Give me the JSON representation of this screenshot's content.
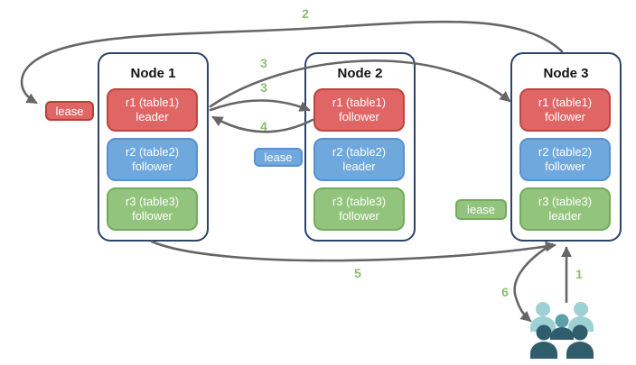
{
  "diagram": {
    "nodes": [
      {
        "title": "Node 1",
        "replicas": [
          {
            "name": "r1 (table1)",
            "role": "leader"
          },
          {
            "name": "r2 (table2)",
            "role": "follower"
          },
          {
            "name": "r3 (table3)",
            "role": "follower"
          }
        ]
      },
      {
        "title": "Node 2",
        "replicas": [
          {
            "name": "r1 (table1)",
            "role": "follower"
          },
          {
            "name": "r2 (table2)",
            "role": "leader"
          },
          {
            "name": "r3 (table3)",
            "role": "follower"
          }
        ]
      },
      {
        "title": "Node 3",
        "replicas": [
          {
            "name": "r1 (table1)",
            "role": "follower"
          },
          {
            "name": "r2 (table2)",
            "role": "follower"
          },
          {
            "name": "r3 (table3)",
            "role": "leader"
          }
        ]
      }
    ],
    "lease_labels": [
      {
        "text": "lease",
        "color": "#e06666"
      },
      {
        "text": "lease",
        "color": "#6fa8dc"
      },
      {
        "text": "lease",
        "color": "#93c47d"
      }
    ],
    "steps": {
      "s1": "1",
      "s2": "2",
      "s3a": "3",
      "s3b": "3",
      "s4": "4",
      "s5": "5",
      "s6": "6"
    },
    "colors": {
      "red_fill": "#e06666",
      "blue_fill": "#6fa8dc",
      "green_fill": "#93c47d",
      "node_border": "#2e4369",
      "arrow": "#666666",
      "step_number": "#8abf6e",
      "users_light": "#9ed1d3",
      "users_mid": "#5c9fa8",
      "users_dark": "#2f5d6c"
    },
    "icons": {
      "users": "users-group-icon"
    }
  }
}
